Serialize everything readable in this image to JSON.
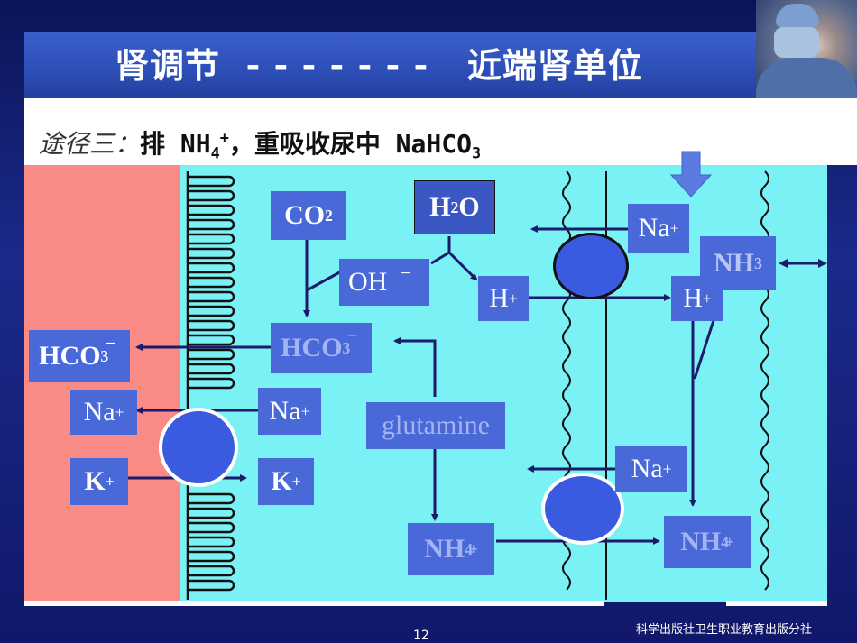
{
  "title": {
    "text": "肾调节  - - - - - - -   近端肾单位"
  },
  "subtitle": {
    "prefix": "途径三：",
    "lead": "排 NH",
    "nh4_sub": "4",
    "nh4_sup": "+",
    "middle": "，重吸收尿中 NaHCO",
    "hco3_sub": "3"
  },
  "diagram": {
    "co2": {
      "base": "CO",
      "sub": "2"
    },
    "h2o": {
      "base": "H",
      "sub": "2",
      "tail": "O"
    },
    "oh": {
      "text": "OH",
      "charge": "−"
    },
    "h_cell": {
      "base": "H",
      "sup": "+"
    },
    "h_lumen": {
      "base": "H",
      "sup": "+"
    },
    "na_lumen_top": {
      "base": "Na",
      "sup": "+"
    },
    "nh3": {
      "base": "NH",
      "sub": "3"
    },
    "hco3_cell": {
      "base": "HCO",
      "sub": "3",
      "charge": "−"
    },
    "hco3_blood": {
      "base": "HCO",
      "sub": "3",
      "charge": "−"
    },
    "na_blood": {
      "base": "Na",
      "sup": "+"
    },
    "na_cell": {
      "base": "Na",
      "sup": "+"
    },
    "k_blood": {
      "base": "K",
      "sup": "+"
    },
    "k_cell": {
      "base": "K",
      "sup": "+"
    },
    "glutamine": {
      "text": "glutamine"
    },
    "nh4_cell": {
      "base": "NH",
      "sub": "4",
      "sup": "+"
    },
    "nh4_lumen": {
      "base": "NH",
      "sub": "4",
      "sup": "+"
    },
    "na_lumen_bottom": {
      "base": "Na",
      "sup": "+"
    }
  },
  "footer": {
    "publisher": "科学出版社卫生职业教育出版分社",
    "page": "12"
  },
  "colors": {
    "blood": "#fa8a85",
    "cell": "#7af1f5",
    "box": "#4a69d8",
    "title_band": "#2d4fb8",
    "background": "#11186a"
  }
}
